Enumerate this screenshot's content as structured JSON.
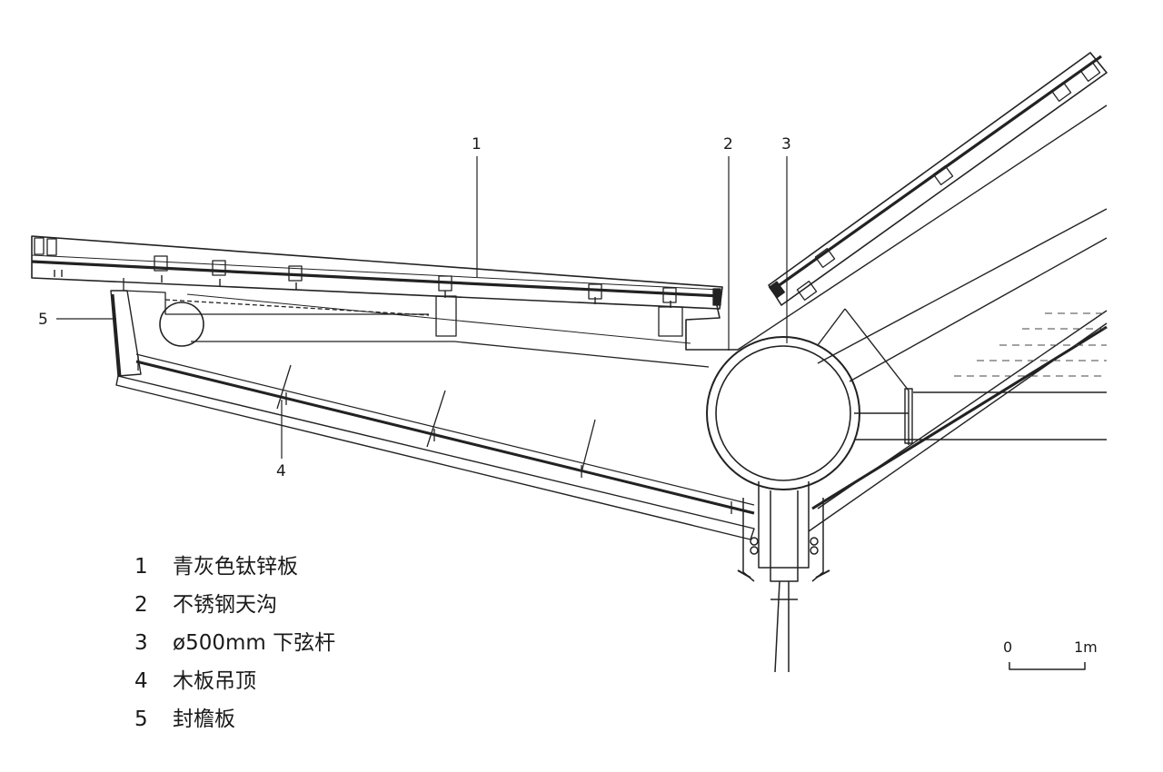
{
  "callouts": [
    {
      "num": "1"
    },
    {
      "num": "2"
    },
    {
      "num": "3"
    },
    {
      "num": "4"
    },
    {
      "num": "5"
    }
  ],
  "legend": [
    {
      "num": "1",
      "text": "青灰色钛锌板"
    },
    {
      "num": "2",
      "text": "不锈钢天沟"
    },
    {
      "num": "3",
      "text": "ø500mm 下弦杆"
    },
    {
      "num": "4",
      "text": "木板吊顶"
    },
    {
      "num": "5",
      "text": "封檐板"
    }
  ],
  "scale_bar": {
    "start": "0",
    "end": "1m"
  }
}
